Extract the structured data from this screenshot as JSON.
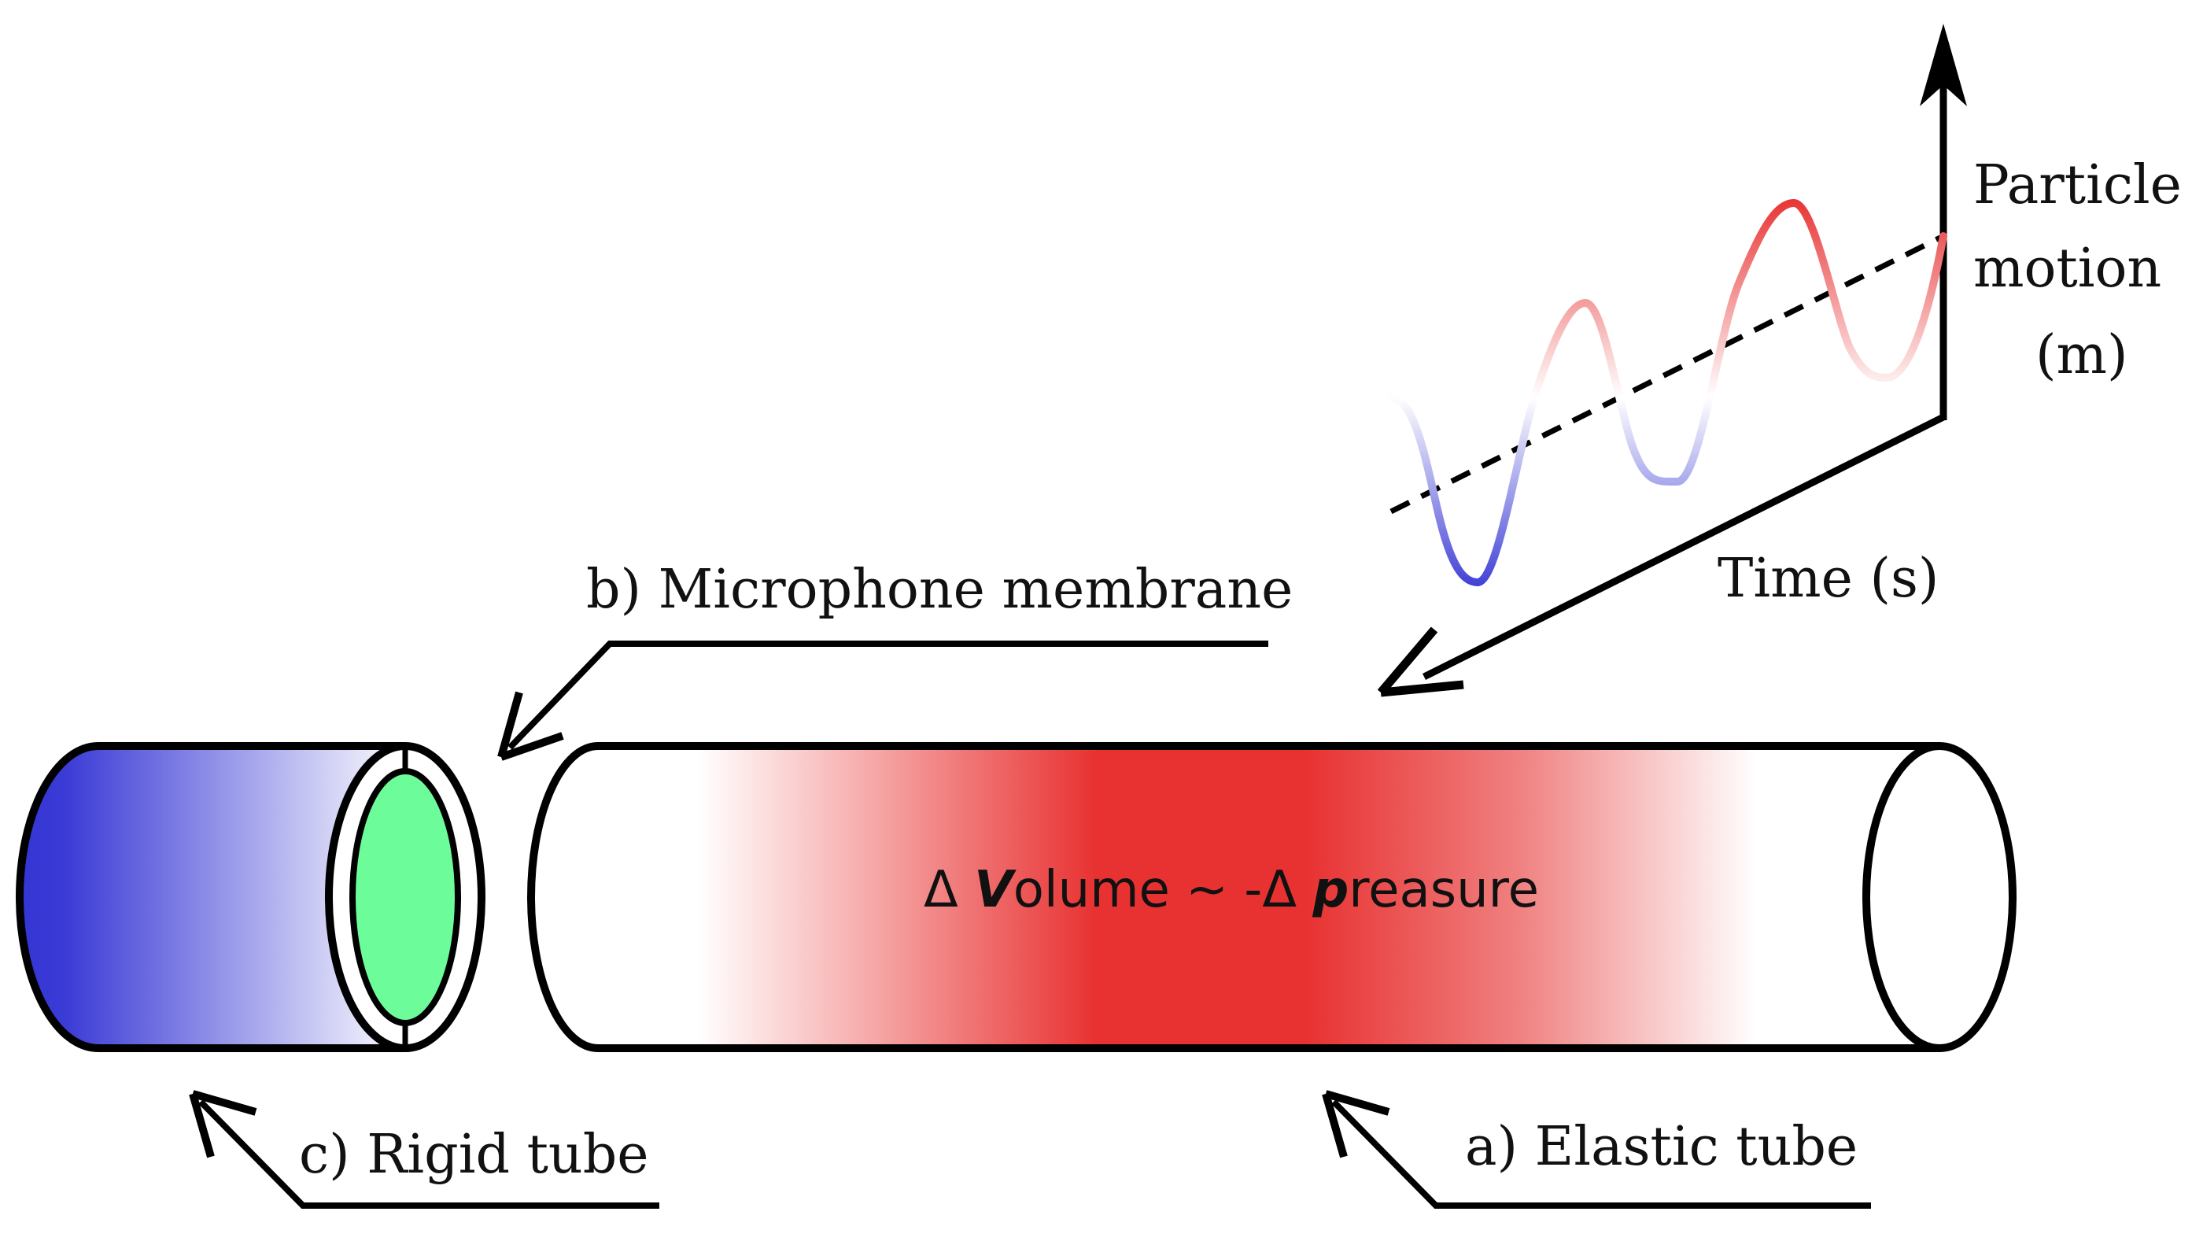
{
  "labels": {
    "particle_line1": "Particle",
    "particle_line2": "motion",
    "particle_line3": "(m)",
    "time": "Time (s)",
    "microphone": "b) Microphone membrane",
    "rigid": "c) Rigid tube",
    "elastic": "a) Elastic tube"
  },
  "equation": {
    "delta1": "Δ ",
    "v_bold": "V",
    "rest1": "olume ~ -Δ ",
    "p_bold": "p",
    "rest2": "reasure"
  },
  "colors": {
    "outline": "#000000",
    "rigid_blue": "#3535d4",
    "membrane_green": "#6dfc9a",
    "elastic_red": "#e83232",
    "wave_red": "#e83232",
    "wave_blue": "#3535d4"
  }
}
